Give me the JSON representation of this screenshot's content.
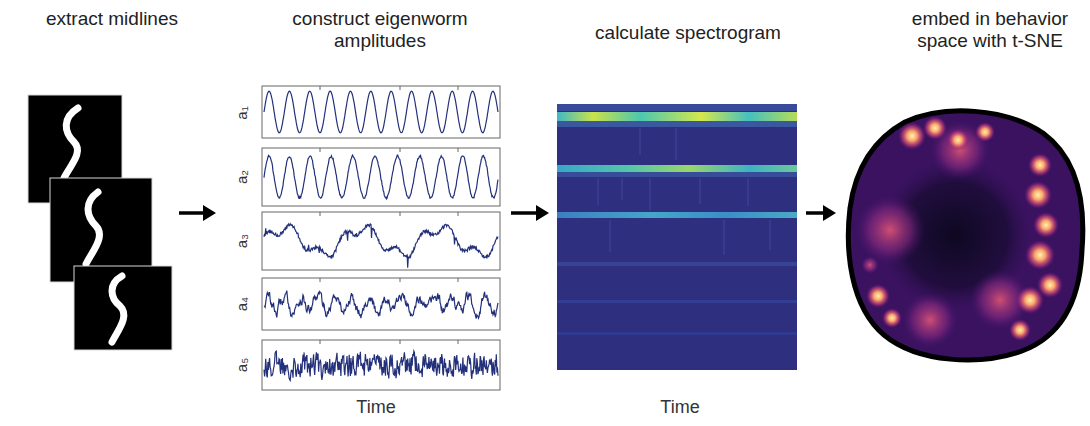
{
  "diagram": {
    "nodes": [
      {
        "text": [
          "extract midlines"
        ]
      },
      {
        "text": [
          "construct eigenworm amplitudes"
        ]
      },
      {
        "text": [
          "calculate spectrogram"
        ]
      },
      {
        "text": [
          "embed in behavior space with t-SNE"
        ]
      }
    ],
    "edges": [
      {
        "from": 0,
        "to": 1,
        "arrow": "to"
      },
      {
        "from": 1,
        "to": 2,
        "arrow": "to"
      },
      {
        "from": 2,
        "to": 3,
        "arrow": "to"
      }
    ],
    "labels": [
      "a₁",
      "a₂",
      "a₃",
      "a₄",
      "a₅",
      "Time",
      "Time"
    ]
  }
}
